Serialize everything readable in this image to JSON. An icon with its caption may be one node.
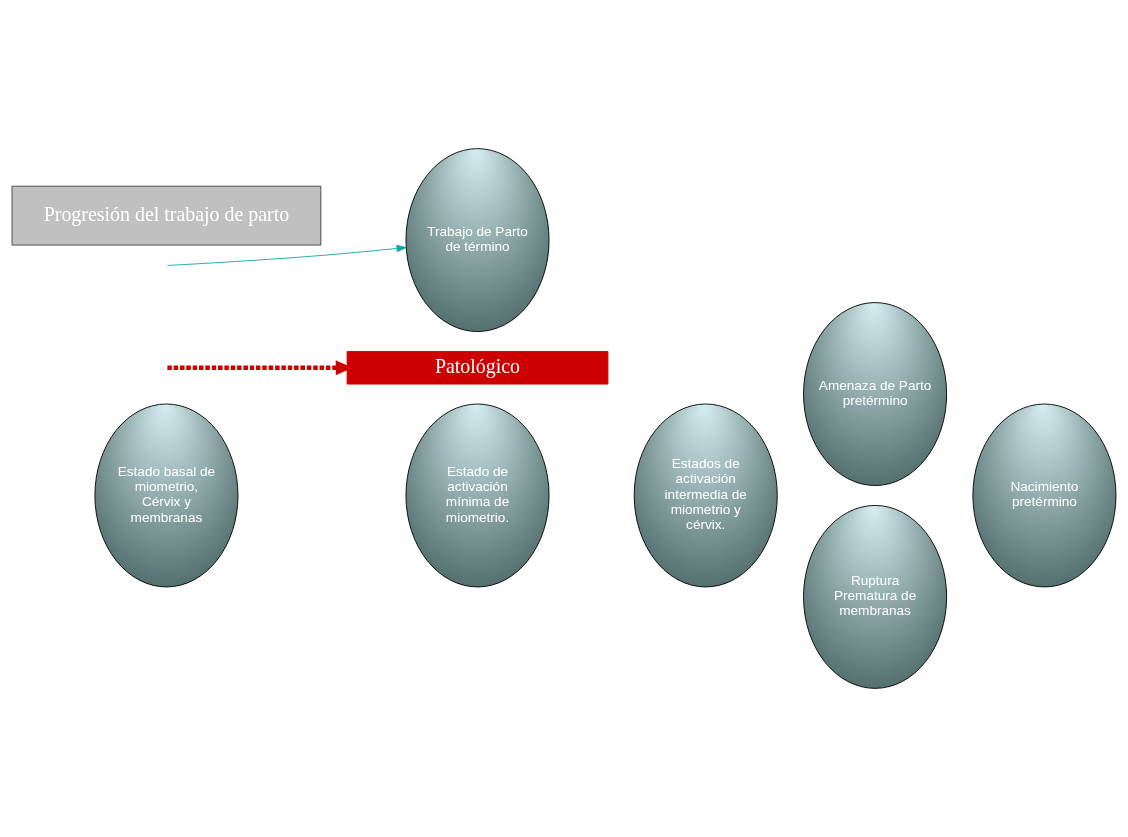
{
  "diagram": {
    "nodes": [
      {
        "text": [
          "Estado basal de miometrio, Cérvix y membranas"
        ]
      },
      {
        "text": [
          "Estado de activación mínima de miometrio."
        ]
      },
      {
        "text": [
          "Estados de activación intermedia de miometrio y cérvix."
        ]
      },
      {
        "text": [
          "Amenaza de Parto pretérmino"
        ]
      },
      {
        "text": [
          "Nacimiento pretérmino"
        ]
      },
      {
        "text": [
          "Ruptura Prematura de membranas"
        ]
      },
      {
        "text": [
          "Patológico"
        ]
      },
      {
        "text": [
          "Trabajo de Parto de término"
        ]
      },
      {
        "text": [
          "Progresión del trabajo de parto"
        ]
      }
    ],
    "edges": [
      {
        "from": null,
        "to": 6,
        "arrow": "to",
        "style": "dashed",
        "color": "#cc0000"
      },
      {
        "from": null,
        "to": 7,
        "arrow": "to",
        "color": "#13a3a0"
      }
    ]
  }
}
